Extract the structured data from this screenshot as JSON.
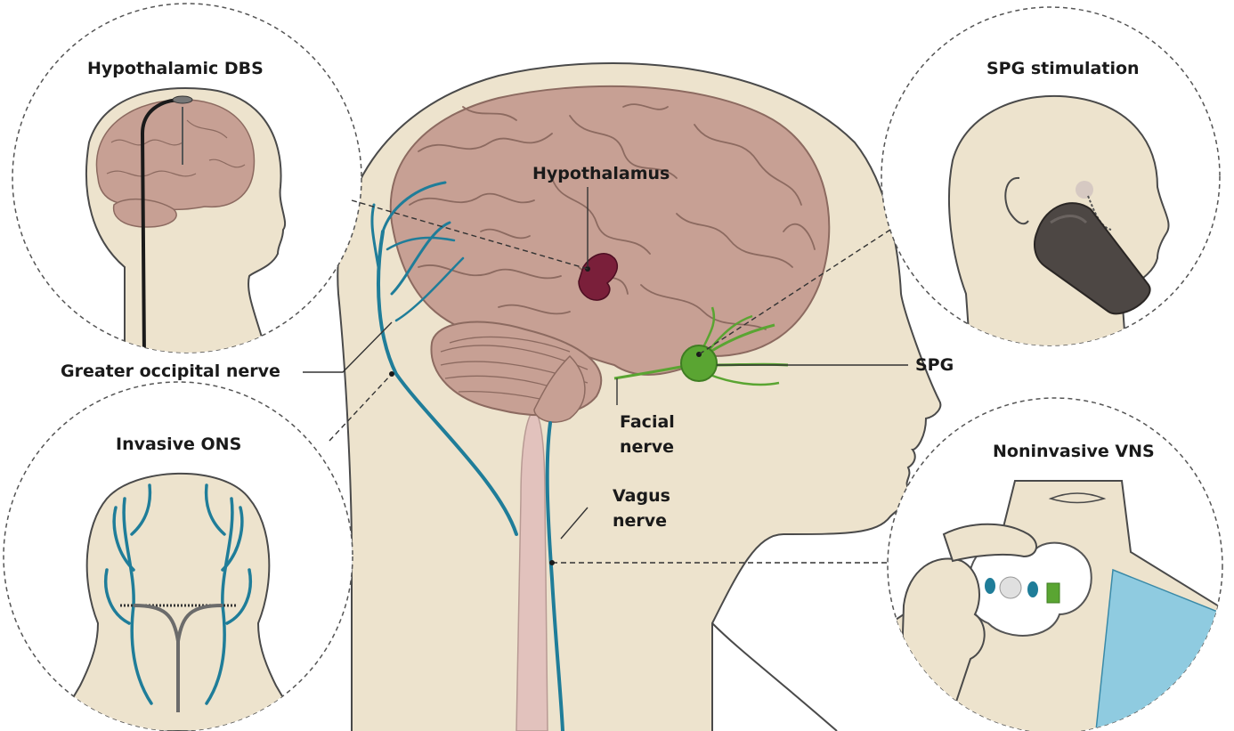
{
  "panels": {
    "dbs": {
      "title": "Hypothalamic DBS"
    },
    "spg_stim": {
      "title": "SPG stimulation"
    },
    "ons": {
      "title": "Invasive ONS"
    },
    "vns": {
      "title": "Noninvasive VNS"
    }
  },
  "labels": {
    "hypothalamus": "Hypothalamus",
    "greater_occipital_nerve": "Greater occipital nerve",
    "spg": "SPG",
    "facial_nerve_line1": "Facial",
    "facial_nerve_line2": "nerve",
    "vagus_nerve_line1": "Vagus",
    "vagus_nerve_line2": "nerve"
  },
  "colors": {
    "skin": "#ede3cd",
    "skin_outline": "#4a4a4a",
    "brain": "#c7a094",
    "brain_fold": "#8c6a60",
    "nerve_blue": "#1f7d99",
    "hypothalamus": "#7a1f3a",
    "spg_green": "#5aa532",
    "spine": "#e2c2bd",
    "device": "#4d4744",
    "shirt": "#8fcbe0"
  }
}
